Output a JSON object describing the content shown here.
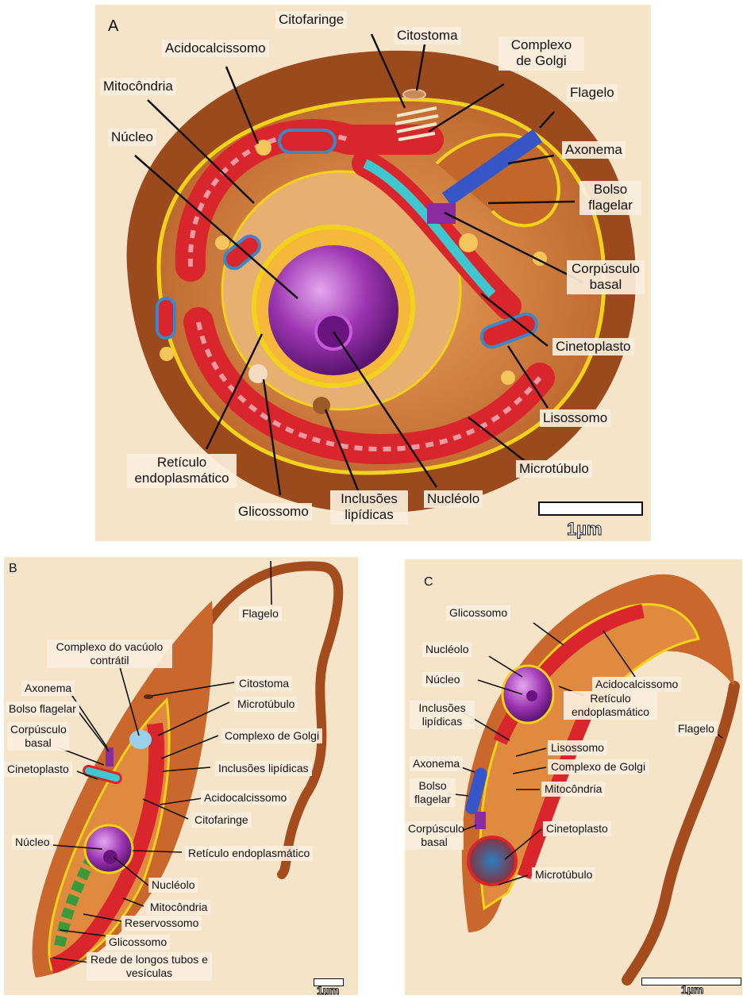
{
  "panel_a": {
    "letter": "A",
    "labels": {
      "citofaringe": "Citofaringe",
      "citostoma": "Citostoma",
      "complexo_golgi": "Complexo de Golgi",
      "acidocalcissomo": "Acidocalcissomo",
      "mitocondria": "Mitocôndria",
      "flagelo": "Flagelo",
      "nucleo": "Núcleo",
      "axonema": "Axonema",
      "bolso_flagelar": "Bolso flagelar",
      "corpusculo_basal": "Corpúsculo basal",
      "cinetoplasto": "Cinetoplasto",
      "lisossomo": "Lisossomo",
      "microtubulo": "Microtúbulo",
      "reticulo": "Retículo endoplasmático",
      "glicossomo": "Glicossomo",
      "inclusoes": "Inclusões lipídicas",
      "nucleolo": "Nucléolo"
    },
    "scale": "1µm"
  },
  "panel_b": {
    "letter": "B",
    "labels": {
      "flagelo": "Flagelo",
      "complexo_vacuolo": "Complexo do vacúolo contrátil",
      "citostoma": "Citostoma",
      "axonema": "Axonema",
      "microtubulo": "Microtúbulo",
      "bolso_flagelar": "Bolso flagelar",
      "corpusculo_basal": "Corpúsculo basal",
      "complexo_golgi": "Complexo de Golgi",
      "cinetoplasto": "Cinetoplasto",
      "inclusoes": "Inclusões lipídicas",
      "acidocalcissomo": "Acidocalcissomo",
      "nucleo": "Núcleo",
      "citofaringe": "Citofaringe",
      "reticulo": "Retículo endoplasmático",
      "nucleolo": "Nucléolo",
      "mitocondria": "Mitocôndria",
      "reservossomo": "Reservossomo",
      "glicossomo": "Glicossomo",
      "rede": "Rede de longos tubos e vesículas"
    },
    "scale": "1µm"
  },
  "panel_c": {
    "letter": "C",
    "labels": {
      "glicossomo": "Glicossomo",
      "nucleolo": "Nucléolo",
      "nucleo": "Núcleo",
      "acidocalcissomo": "Acidocalcissomo",
      "inclusoes": "Inclusões lipídicas",
      "reticulo": "Retículo endoplasmático",
      "flagelo": "Flagelo",
      "lisossomo": "Lisossomo",
      "axonema": "Axonema",
      "complexo_golgi": "Complexo de Golgi",
      "bolso_flagelar": "Bolso flagelar",
      "mitocondria": "Mitocôndria",
      "corpusculo_basal": "Corpúsculo basal",
      "cinetoplasto": "Cinetoplasto",
      "microtubulo": "Microtúbulo"
    },
    "scale": "1µm"
  },
  "colors": {
    "background": "#f6e4c8",
    "outer_cell": "#9a4a1c",
    "cytoplasm": "#d9803a",
    "membrane": "#f2d21a",
    "mitochondria": "#d8262c",
    "nucleus": "#8e2ca0",
    "kinetoplast": "#2a7fbf"
  }
}
